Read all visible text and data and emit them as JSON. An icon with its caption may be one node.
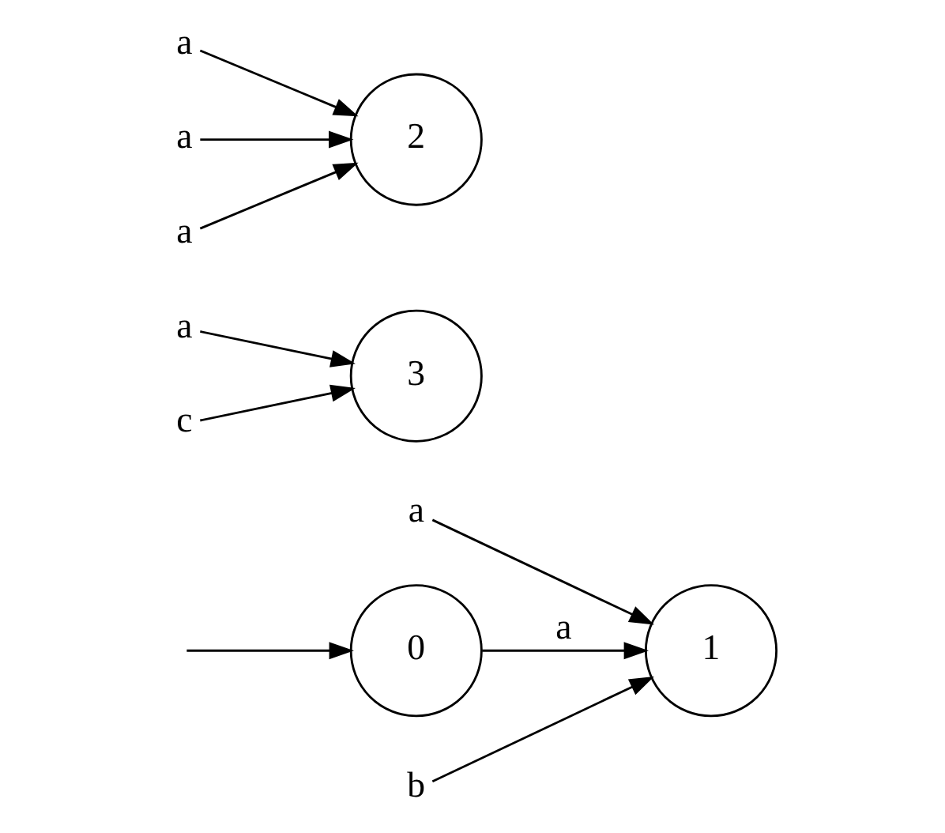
{
  "diagram": {
    "nodes": [
      {
        "text": [
          "a"
        ]
      },
      {
        "text": [
          "0"
        ]
      },
      {
        "text": [
          "1"
        ]
      },
      {
        "text": [
          "b"
        ]
      },
      {
        "text": [
          "a"
        ]
      },
      {
        "text": [
          "a"
        ]
      },
      {
        "text": [
          "3"
        ]
      },
      {
        "text": [
          "a"
        ]
      },
      {
        "text": [
          "2"
        ]
      },
      {
        "text": [
          "c"
        ]
      },
      {
        "text": [
          "a"
        ]
      }
    ],
    "edges": [
      {
        "from": null,
        "to": 1,
        "arrow": "to"
      },
      {
        "from": 1,
        "to": 2,
        "arrow": "to",
        "label": "a"
      },
      {
        "from": 0,
        "to": 2,
        "arrow": "to"
      },
      {
        "from": 3,
        "to": 2,
        "arrow": "to"
      },
      {
        "from": 4,
        "to": 6,
        "arrow": "to"
      },
      {
        "from": 9,
        "to": 6,
        "arrow": "to"
      },
      {
        "from": 5,
        "to": 8,
        "arrow": "to"
      },
      {
        "from": 7,
        "to": 8,
        "arrow": "to"
      },
      {
        "from": 10,
        "to": 8,
        "arrow": "to"
      }
    ]
  }
}
